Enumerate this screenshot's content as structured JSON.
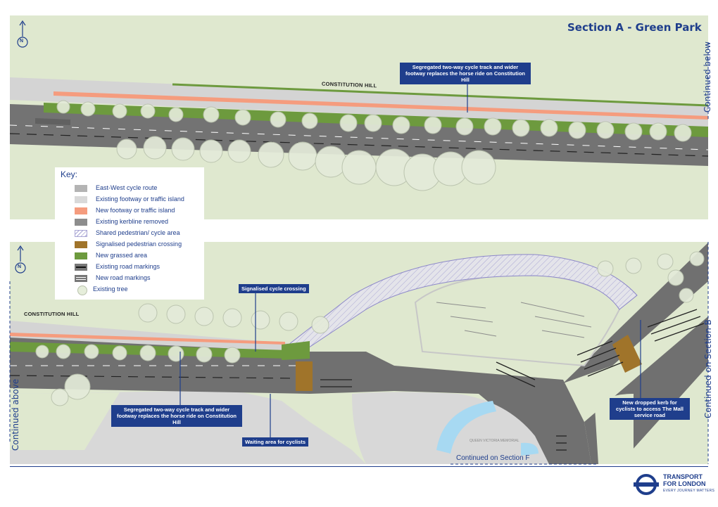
{
  "title": "Section A - Green Park",
  "continued": {
    "below": "Continued below",
    "above": "Continued above",
    "section_b": "Continued on Section B",
    "section_f": "Continued on Section F"
  },
  "road_labels": {
    "top": "CONSTITUTION HILL",
    "bottom": "CONSTITUTION HILL",
    "memorial": "QUEEN VICTORIA MEMORIAL"
  },
  "callouts": {
    "top_track": "Segregated two-way cycle track and wider footway replaces the horse ride on Constitution Hill",
    "signalised": "Signalised cycle crossing",
    "bottom_track": "Segregated two-way cycle track and wider footway replaces the horse ride on Constitution Hill",
    "waiting": "Waiting area for cyclists",
    "dropped_kerb": "New dropped kerb for cyclists to access The Mall service road"
  },
  "key": {
    "title": "Key:",
    "items": [
      {
        "label": "East-West cycle route",
        "icon": "grey-swatch",
        "color": "#b4b4b4"
      },
      {
        "label": "Existing footway or traffic island",
        "icon": "light-grey-swatch",
        "color": "#d9d9d9"
      },
      {
        "label": "New footway or traffic island",
        "icon": "salmon-swatch",
        "color": "#f59c7e"
      },
      {
        "label": "Existing kerbline removed",
        "icon": "dark-grey-swatch",
        "color": "#8d8d8d"
      },
      {
        "label": "Shared pedestrian/ cycle area",
        "icon": "hatched-swatch",
        "color": "#ffffff"
      },
      {
        "label": "Signalised pedestrian crossing",
        "icon": "brown-swatch",
        "color": "#a0742a"
      },
      {
        "label": "New grassed area",
        "icon": "green-swatch",
        "color": "#6d9a3e"
      },
      {
        "label": "Existing road markings",
        "icon": "road-markings-icon",
        "color": "#555555"
      },
      {
        "label": "New road markings",
        "icon": "new-markings-icon",
        "color": "#555555"
      },
      {
        "label": "Existing tree",
        "icon": "tree-icon",
        "color": "#e6eedb"
      }
    ]
  },
  "logo": {
    "line1": "TRANSPORT",
    "line2": "FOR LONDON",
    "tagline": "EVERY JOURNEY MATTERS"
  },
  "north_label": "N",
  "colors": {
    "brand": "#1f3e8c",
    "park": "#dfe8cf",
    "road": "#707070",
    "footway": "#d0d0d0",
    "new_footway": "#f59c7e",
    "grass": "#6d9a3e",
    "crossing": "#a0742a",
    "water": "#a7d9f2"
  }
}
